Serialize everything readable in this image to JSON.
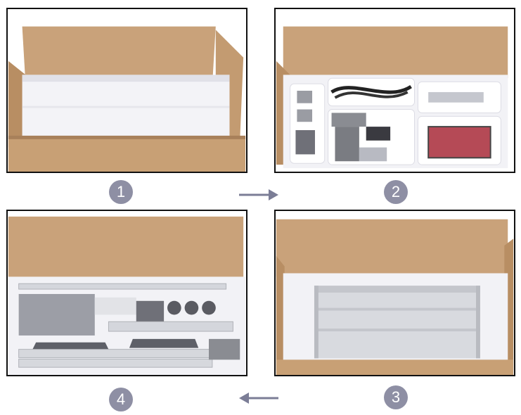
{
  "steps": [
    {
      "label": "1",
      "content": "box-with-foam-cover"
    },
    {
      "label": "2",
      "content": "box-with-parts-tray"
    },
    {
      "label": "3",
      "content": "box-with-aluminum-plate"
    },
    {
      "label": "4",
      "content": "box-with-aluminum-rails"
    }
  ],
  "arrows": [
    {
      "icon": "arrow-right-icon"
    },
    {
      "icon": "arrow-left-icon"
    }
  ],
  "colors": {
    "cardboard": "#c9a27a",
    "cardboard_dark": "#a8805a",
    "foam": "#f2f2f6",
    "frame_border": "#111111",
    "badge": "#8e8fa4",
    "arrow": "#7b7d96",
    "aluminum": "#d8dadf",
    "parts_dark": "#2a2a2e",
    "parts_gray": "#7a7c82"
  }
}
